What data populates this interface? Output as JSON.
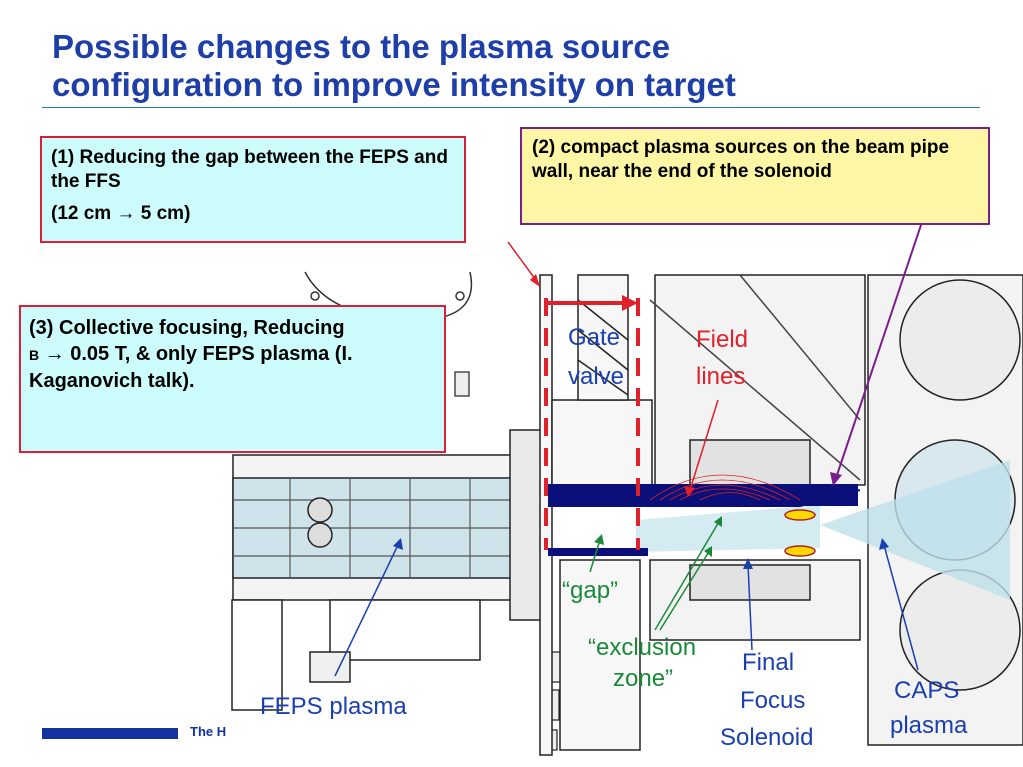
{
  "slide": {
    "title": "Possible changes to the plasma source\nconfiguration to improve intensity on target",
    "footer_text": "The H"
  },
  "boxes": {
    "box1_line1": "(1) Reducing the gap between the FEPS and the FFS",
    "box1_line2": "(12 cm → 5 cm)",
    "box2_text": "(2) compact plasma sources on the beam pipe wall, near the end of the solenoid",
    "box3_text_a": "(3) Collective focusing, Reducing",
    "box3_text_b": "B",
    "box3_text_c": "→ 0.05 T, & only  FEPS plasma (I. Kaganovich talk)."
  },
  "diagram": {
    "gate_label_1": "Gate",
    "gate_label_2": "valve",
    "field_label_1": "Field",
    "field_label_2": "lines",
    "gap_label": "“gap”",
    "exclusion_label_1": "“exclusion",
    "exclusion_label_2": "zone”",
    "final_label_1": "Final",
    "final_label_2": "Focus",
    "final_label_3": "Solenoid",
    "caps_label_1": "CAPS",
    "caps_label_2": "plasma",
    "feps_label": "FEPS plasma"
  },
  "colors": {
    "title": "#1f3fa8",
    "box_red_border": "#d8203a",
    "box_cyan_fill": "#ccfcfc",
    "box_purple_border": "#7a1f8a",
    "box_yellow_fill": "#fdf7a5",
    "label_blue": "#1a3fb0",
    "label_red": "#e0202a",
    "label_green": "#1a8a3a",
    "beam_navy": "#0a0f7a"
  }
}
